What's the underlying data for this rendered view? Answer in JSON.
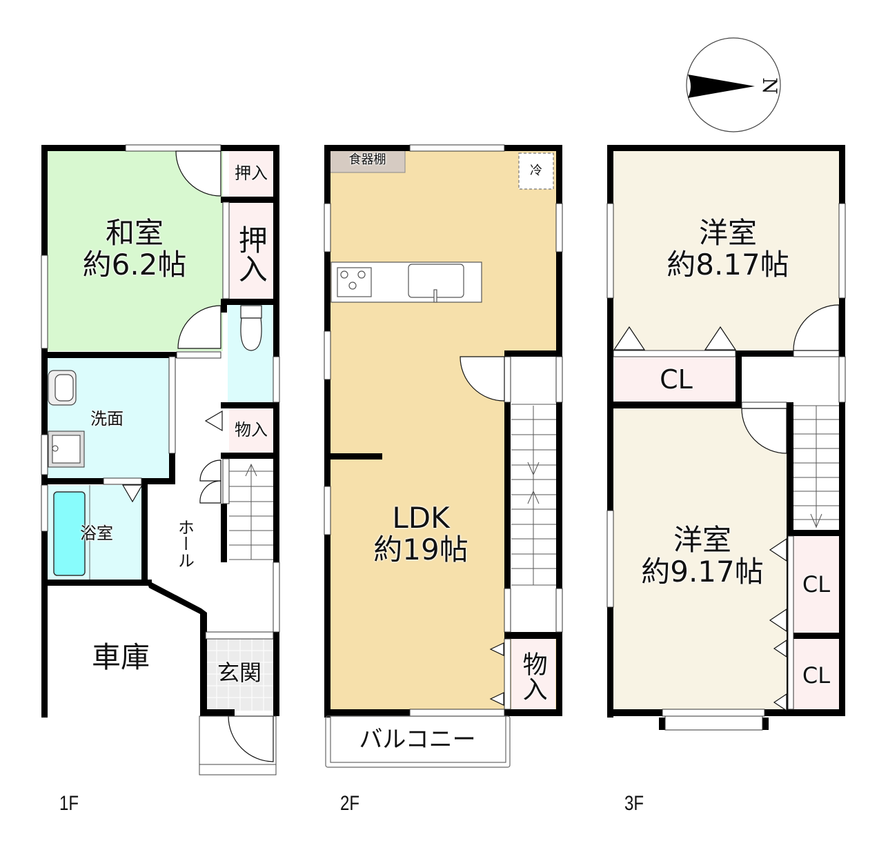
{
  "compass": {
    "label": "N",
    "direction": "east"
  },
  "colors": {
    "wall": "#000000",
    "washitsu": "#d8f8d0",
    "wet_area": "#dcfcfc",
    "bathtub": "#88fcfc",
    "storage": "#fdf0f0",
    "ldk": "#f6e0ab",
    "western_room": "#f8f3e4",
    "cupboard": "#d6cbc2",
    "genkan_tile": "#ececec"
  },
  "floors": [
    {
      "label": "1F",
      "rooms": [
        {
          "id": "washitsu",
          "name": "和室",
          "size": "約6.2帖"
        },
        {
          "id": "oshiire-small",
          "name": "押入"
        },
        {
          "id": "oshiire-large",
          "name": "押入"
        },
        {
          "id": "toilet",
          "name": ""
        },
        {
          "id": "senmen",
          "name": "洗面"
        },
        {
          "id": "monoire",
          "name": "物入"
        },
        {
          "id": "yokushitsu",
          "name": "浴室"
        },
        {
          "id": "hall",
          "name": "ホール"
        },
        {
          "id": "shako",
          "name": "車庫"
        },
        {
          "id": "genkan",
          "name": "玄関"
        }
      ]
    },
    {
      "label": "2F",
      "rooms": [
        {
          "id": "ldk",
          "name": "LDK",
          "size": "約19帖"
        },
        {
          "id": "shokkidana",
          "name": "食器棚"
        },
        {
          "id": "refrigerator",
          "name": "冷"
        },
        {
          "id": "monoire",
          "name": "物入"
        },
        {
          "id": "balcony",
          "name": "バルコニー"
        }
      ]
    },
    {
      "label": "3F",
      "rooms": [
        {
          "id": "youshitsu-north",
          "name": "洋室",
          "size": "約8.17帖"
        },
        {
          "id": "cl-1",
          "name": "CL"
        },
        {
          "id": "youshitsu-south",
          "name": "洋室",
          "size": "約9.17帖"
        },
        {
          "id": "cl-2",
          "name": "CL"
        },
        {
          "id": "cl-3",
          "name": "CL"
        }
      ]
    }
  ]
}
